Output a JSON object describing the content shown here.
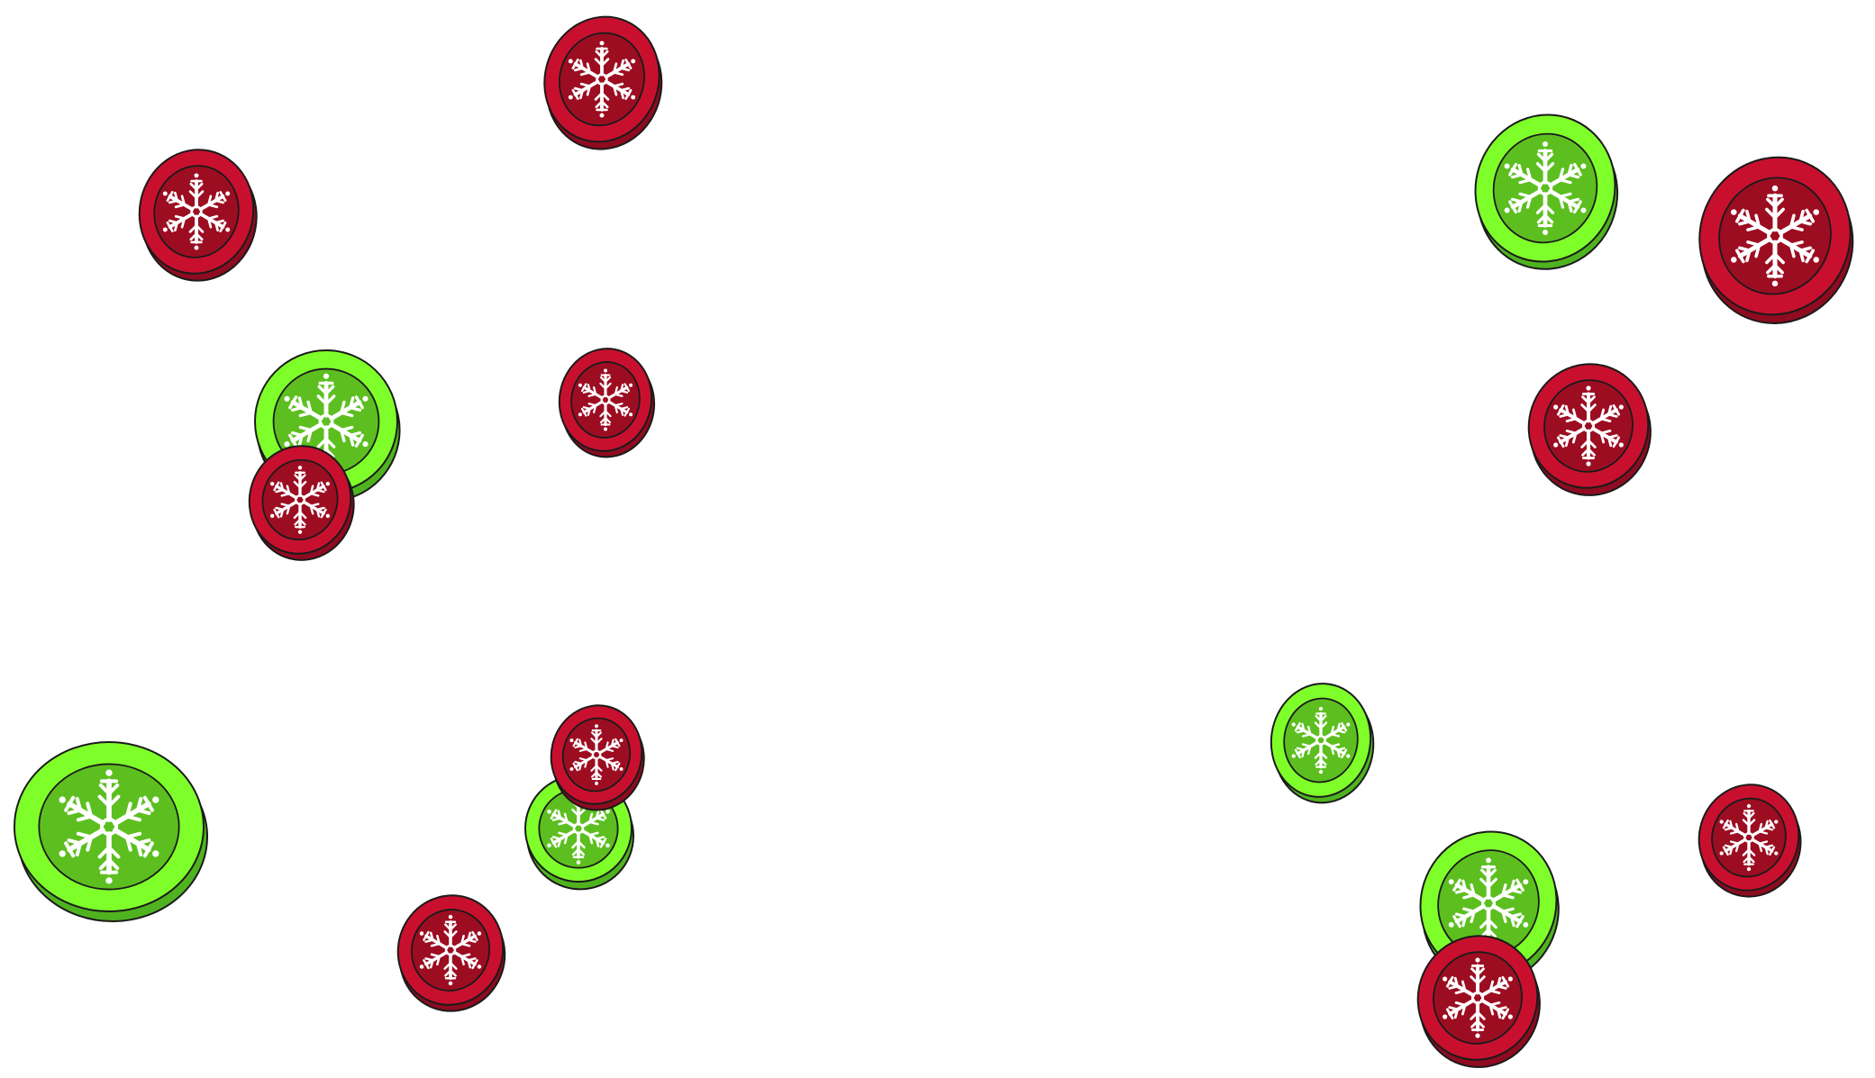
{
  "scene": {
    "background": "#ffffff",
    "outline_color": "#1a1a1a",
    "snowflake_color": "#ffffff",
    "palettes": {
      "red": {
        "rim": "#c8102e",
        "edge": "#8e0b20",
        "face": "#9c0d22"
      },
      "green": {
        "rim": "#7fff2a",
        "edge": "#4fb320",
        "face": "#5cbf1f"
      }
    },
    "coins": [
      {
        "color": "red",
        "icon": "snowflake-icon"
      },
      {
        "color": "red",
        "icon": "snowflake-icon"
      },
      {
        "color": "green",
        "icon": "snowflake-icon"
      },
      {
        "color": "red",
        "icon": "snowflake-icon"
      },
      {
        "color": "red",
        "icon": "snowflake-icon"
      },
      {
        "color": "green",
        "icon": "snowflake-icon"
      },
      {
        "color": "red",
        "icon": "snowflake-icon"
      },
      {
        "color": "green",
        "icon": "snowflake-icon"
      },
      {
        "color": "red",
        "icon": "snowflake-icon"
      },
      {
        "color": "green",
        "icon": "snowflake-icon"
      },
      {
        "color": "red",
        "icon": "snowflake-icon"
      },
      {
        "color": "red",
        "icon": "snowflake-icon"
      },
      {
        "color": "green",
        "icon": "snowflake-icon"
      },
      {
        "color": "red",
        "icon": "snowflake-icon"
      },
      {
        "color": "green",
        "icon": "snowflake-icon"
      },
      {
        "color": "red",
        "icon": "snowflake-icon"
      }
    ]
  }
}
